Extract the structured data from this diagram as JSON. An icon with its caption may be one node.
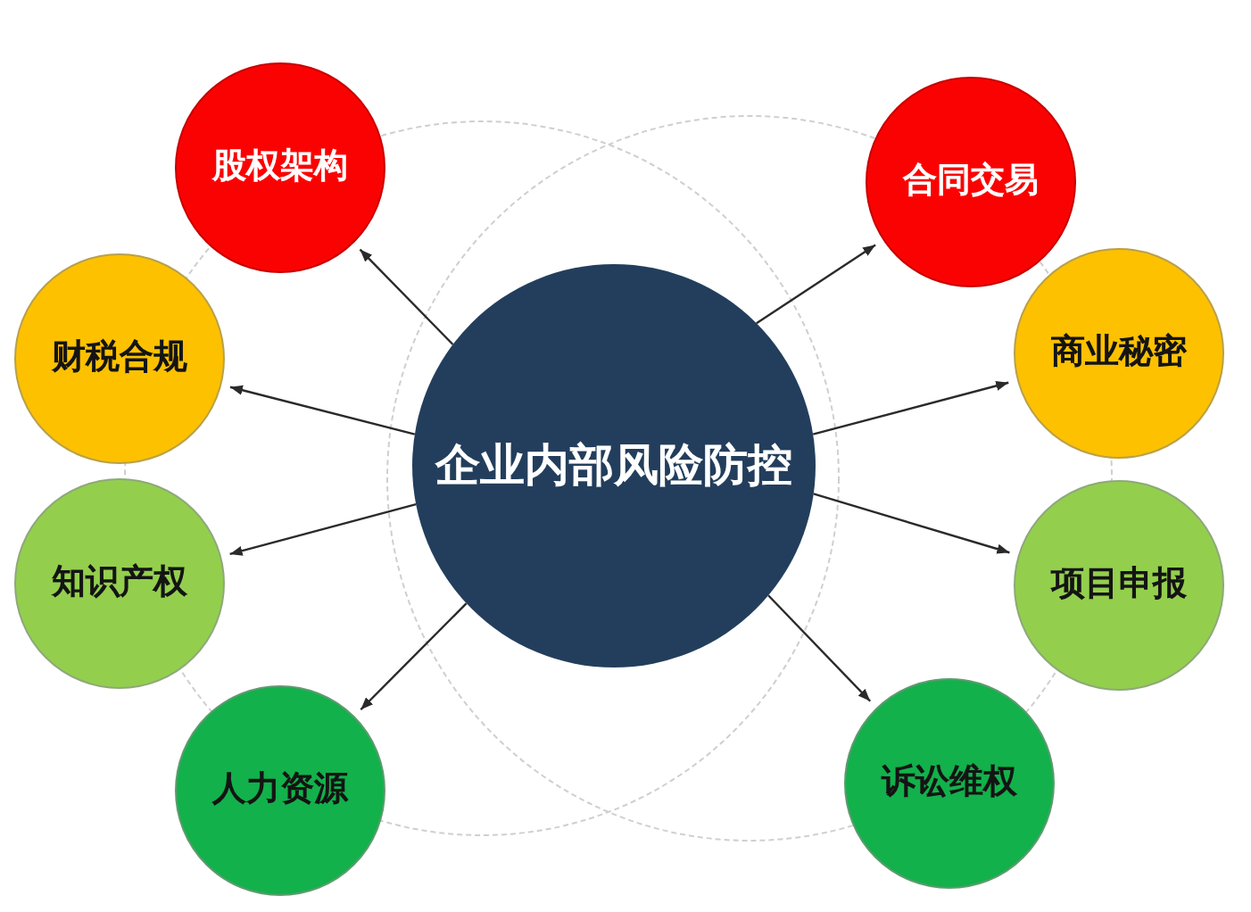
{
  "diagram": {
    "nodes": [
      {
        "text": [
          "企业内部风险防控"
        ]
      },
      {
        "text": [
          "股权架构"
        ]
      },
      {
        "text": [
          "财税合规"
        ]
      },
      {
        "text": [
          "知识产权"
        ]
      },
      {
        "text": [
          "人力资源"
        ]
      },
      {
        "text": [
          "合同交易"
        ]
      },
      {
        "text": [
          "商业秘密"
        ]
      },
      {
        "text": [
          "项目申报"
        ]
      },
      {
        "text": [
          "诉讼维权"
        ]
      }
    ],
    "edges": [
      {
        "from": 0,
        "to": 1,
        "arrow": "to"
      },
      {
        "from": 0,
        "to": 2,
        "arrow": "to"
      },
      {
        "from": 0,
        "to": 3,
        "arrow": "to"
      },
      {
        "from": 0,
        "to": 4,
        "arrow": "to"
      },
      {
        "from": 0,
        "to": 5,
        "arrow": "to"
      },
      {
        "from": 0,
        "to": 6,
        "arrow": "to"
      },
      {
        "from": 0,
        "to": 7,
        "arrow": "to"
      },
      {
        "from": 0,
        "to": 8,
        "arrow": "to"
      }
    ]
  }
}
